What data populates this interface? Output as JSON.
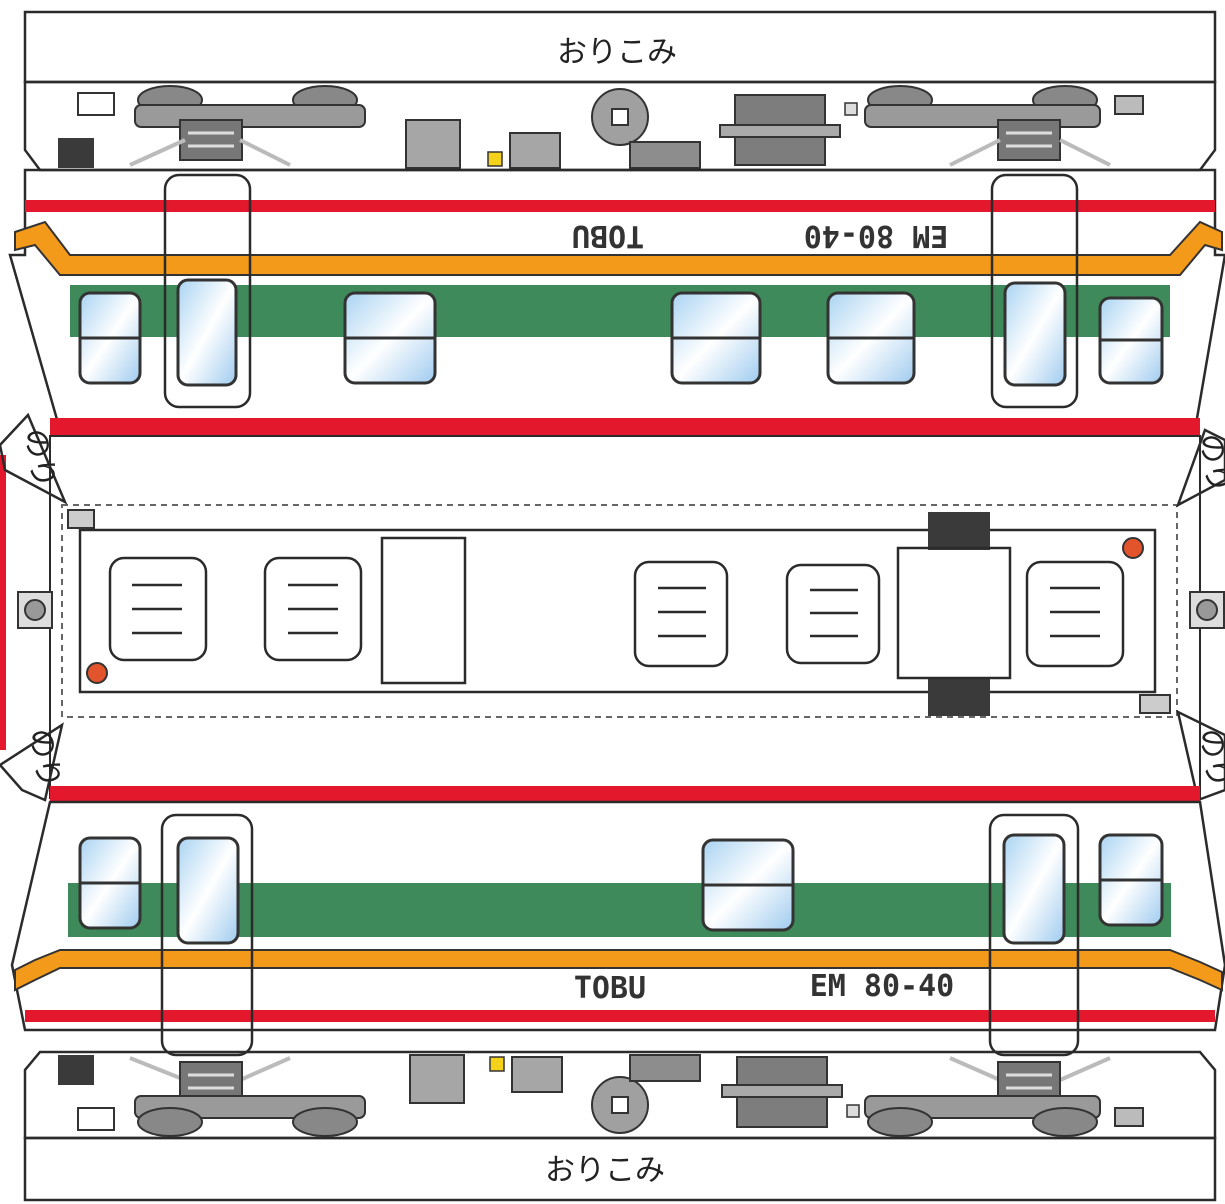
{
  "sheet": {
    "fold_label_top": "おりこみ",
    "fold_label_bottom": "おりこみ",
    "tab_glyph": "のり",
    "side_upper": {
      "company": "TOBU",
      "car_number": "EM 80-40"
    },
    "side_lower": {
      "company": "TOBU",
      "car_number": "EM 80-40"
    }
  },
  "colors": {
    "undercarriage": "#5a5a5a",
    "red_stripe": "#e3182d",
    "orange_stripe": "#f39a1a",
    "green_band": "#3f8a5a",
    "window_glass": "#cfe6f7",
    "roof_panel": "#fdf7d8",
    "lamp": "#e2542b"
  },
  "icons": [
    "bogie-icon",
    "hatch-icon",
    "coupler-icon",
    "lamp-icon"
  ]
}
